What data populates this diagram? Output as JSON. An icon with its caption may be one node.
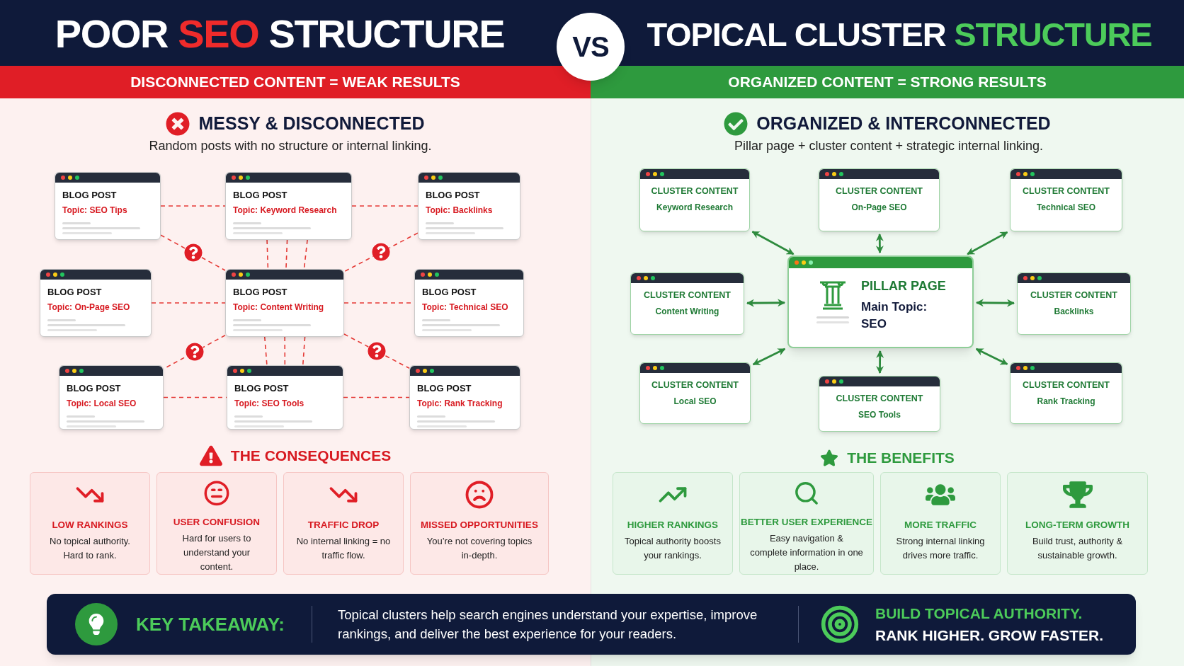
{
  "diagram": {
    "nodes": [
      {
        "text": [
          "DISCONNECTED CONTENT = WEAK RESULTS"
        ]
      },
      {
        "text": [
          "VS"
        ]
      },
      {
        "text": [
          "ORGANIZED CONTENT = STRONG RESULTS"
        ]
      },
      {
        "text": [
          "BLOG POST",
          "Topic: SEO Tips"
        ]
      },
      {
        "text": [
          "BLOG POST",
          "Topic: Keyword Research"
        ]
      },
      {
        "text": [
          "BLOG POST",
          "Topic: Backlinks"
        ]
      },
      {
        "text": [
          "BLOG POST",
          "Topic: On-Page SEO"
        ]
      },
      {
        "text": [
          "BLOG POST",
          "Topic: Content Writing"
        ]
      },
      {
        "text": [
          "BLOG POST",
          "Topic: Technical SEO"
        ]
      },
      {
        "text": [
          "BLOG POST",
          "Topic: Local SEO"
        ]
      },
      {
        "text": [
          "BLOG POST",
          "Topic: SEO Tools"
        ]
      },
      {
        "text": [
          "BLOG POST",
          "Topic: Rank Tracking"
        ]
      },
      {
        "text": [
          "CLUSTER CONTENT",
          "Keyword Research"
        ]
      },
      {
        "text": [
          "CLUSTER CONTENT",
          "On-Page SEO"
        ]
      },
      {
        "text": [
          "CLUSTER CONTENT",
          "Technical SEO"
        ]
      },
      {
        "text": [
          "CLUSTER CONTENT",
          "Content Writing"
        ]
      },
      {
        "text": [
          "PILLAR PAGE",
          "Main Topic: SEO"
        ]
      },
      {
        "text": [
          "CLUSTER CONTENT",
          "Backlinks"
        ]
      },
      {
        "text": [
          "CLUSTER CONTENT",
          "Local SEO"
        ]
      },
      {
        "text": [
          "CLUSTER CONTENT",
          "SEO Tools"
        ]
      },
      {
        "text": [
          "CLUSTER CONTENT",
          "Rank Tracking"
        ]
      },
      {
        "text": [
          "LOW RANKINGS",
          "No topical authority. Hard to rank."
        ]
      },
      {
        "text": [
          "USER CONFUSION",
          "Hard for users to understand your content."
        ]
      },
      {
        "text": [
          "TRAFFIC DROP",
          "No internal linking = no traffic flow."
        ]
      },
      {
        "text": [
          "MISSED OPPORTUNITIES",
          "You’re not covering topics in-depth."
        ]
      },
      {
        "text": [
          "HIGHER RANKINGS",
          "Topical authority boosts your rankings."
        ]
      },
      {
        "text": [
          "BETTER USER EXPERIENCE",
          "Easy navigation & complete information in one place."
        ]
      },
      {
        "text": [
          "MORE TRAFFIC",
          "Strong internal linking drives more traffic."
        ]
      },
      {
        "text": [
          "LONG-TERM GROWTH",
          "Build trust, authority & sustainable growth."
        ]
      },
      {
        "text": [
          "KEY TAKEAWAY:",
          "Topical clusters help search engines understand your expertise, improve rankings, and deliver the best experience for your readers.",
          "BUILD TOPICAL AUTHORITY.",
          "RANK HIGHER. GROW FASTER."
        ]
      }
    ],
    "edges": [
      {
        "from": 3,
        "to": 4,
        "arrow": "none",
        "style": "dashed"
      },
      {
        "from": 4,
        "to": 5,
        "arrow": "none",
        "style": "dashed"
      },
      {
        "from": 3,
        "to": 7,
        "arrow": "none",
        "style": "dashed"
      },
      {
        "from": 5,
        "to": 7,
        "arrow": "none",
        "style": "dashed"
      },
      {
        "from": 4,
        "to": 7,
        "arrow": "none",
        "style": "dashed"
      },
      {
        "from": 4,
        "to": 7,
        "arrow": "none",
        "style": "dashed"
      },
      {
        "from": 4,
        "to": 7,
        "arrow": "none",
        "style": "dashed"
      },
      {
        "from": 6,
        "to": 7,
        "arrow": "none",
        "style": "dashed"
      },
      {
        "from": 7,
        "to": 8,
        "arrow": "none",
        "style": "dashed"
      },
      {
        "from": 7,
        "to": 9,
        "arrow": "none",
        "style": "dashed"
      },
      {
        "from": 7,
        "to": 11,
        "arrow": "none",
        "style": "dashed"
      },
      {
        "from": 7,
        "to": 10,
        "arrow": "none",
        "style": "dashed"
      },
      {
        "from": 7,
        "to": 10,
        "arrow": "none",
        "style": "dashed"
      },
      {
        "from": 7,
        "to": 10,
        "arrow": "none",
        "style": "dashed"
      },
      {
        "from": 9,
        "to": 10,
        "arrow": "none",
        "style": "dashed"
      },
      {
        "from": 10,
        "to": 11,
        "arrow": "none",
        "style": "dashed"
      },
      {
        "from": 16,
        "to": 12,
        "arrow": "both",
        "color": "#2e8b3e"
      },
      {
        "from": 16,
        "to": 13,
        "arrow": "both",
        "color": "#2e8b3e"
      },
      {
        "from": 16,
        "to": 14,
        "arrow": "both",
        "color": "#2e8b3e"
      },
      {
        "from": 16,
        "to": 15,
        "arrow": "both",
        "color": "#2e8b3e"
      },
      {
        "from": 16,
        "to": 17,
        "arrow": "both",
        "color": "#2e8b3e"
      },
      {
        "from": 16,
        "to": 18,
        "arrow": "both",
        "color": "#2e8b3e"
      },
      {
        "from": 16,
        "to": 19,
        "arrow": "both",
        "color": "#2e8b3e"
      },
      {
        "from": 16,
        "to": 20,
        "arrow": "both",
        "color": "#2e8b3e"
      }
    ],
    "labels": [
      "POOR SEO STRUCTURE",
      "TOPICAL CLUSTER STRUCTURE",
      "MESSY & DISCONNECTED",
      "Random posts with no structure or internal linking.",
      "ORGANIZED & INTERCONNECTED",
      "Pillar page + cluster content + strategic internal linking.",
      "THE CONSEQUENCES",
      "THE BENEFITS"
    ]
  }
}
